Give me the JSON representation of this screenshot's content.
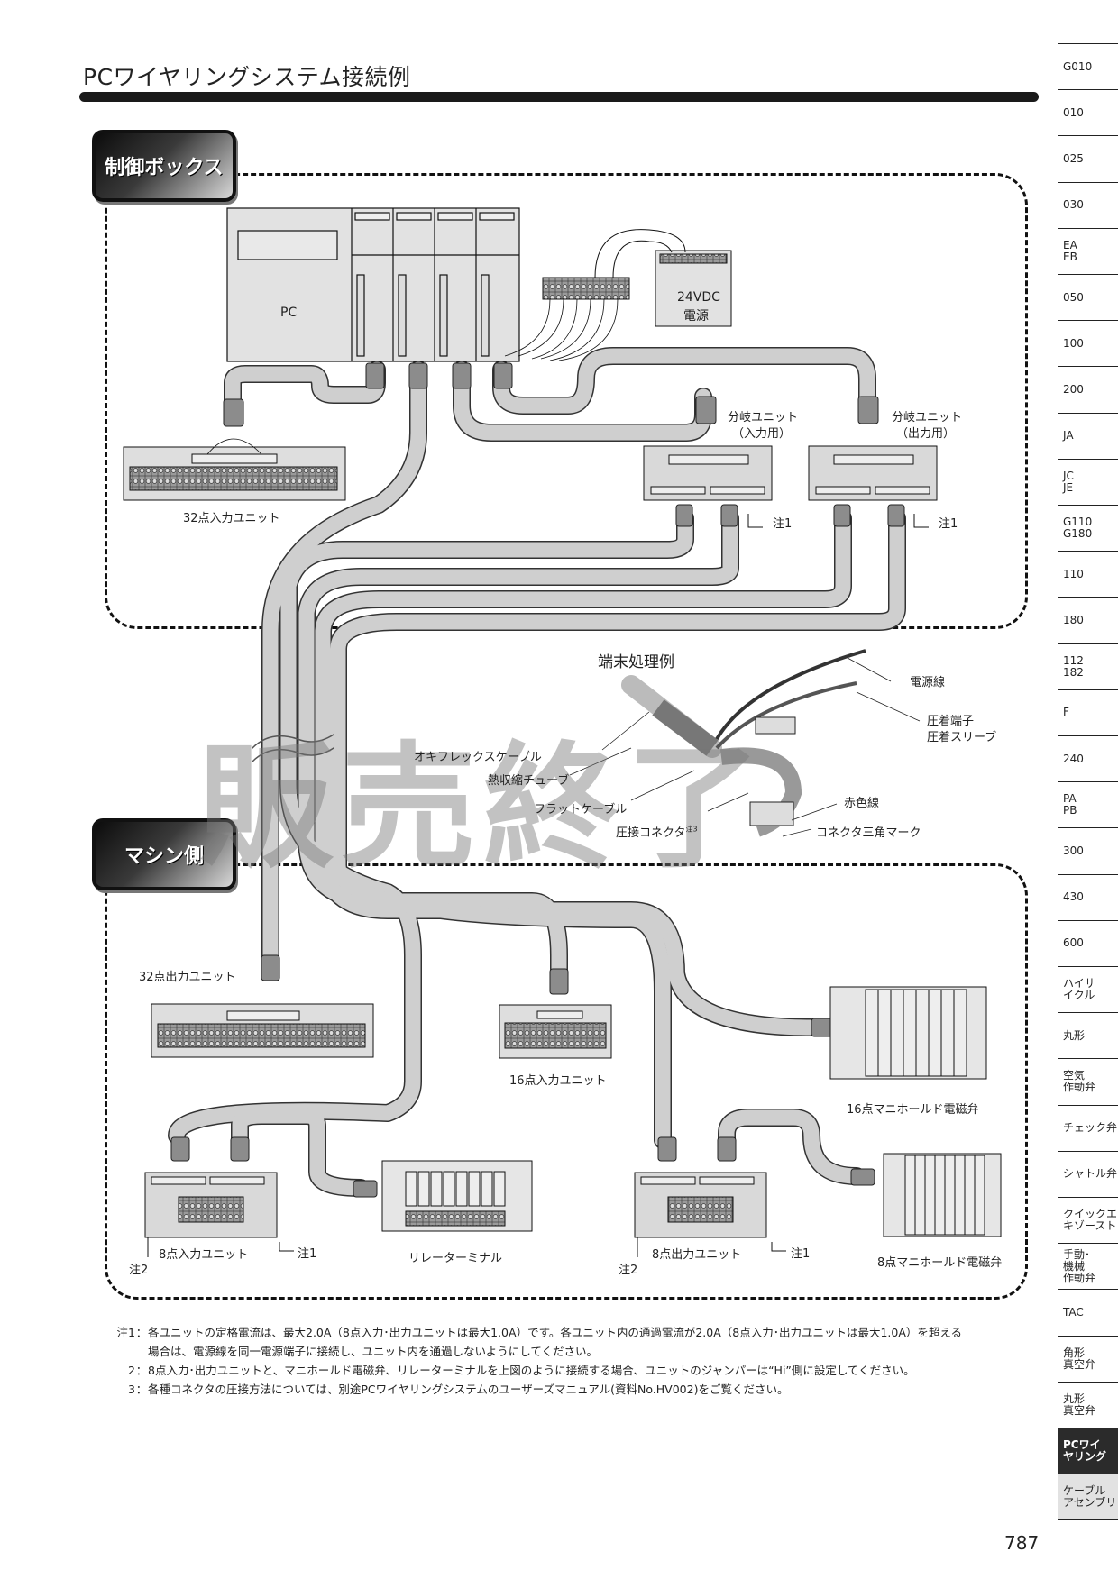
{
  "page": {
    "title": "PCワイヤリングシステム接続例",
    "page_number": "787",
    "watermark": "販売終了"
  },
  "sections": {
    "control_box": "制御ボックス",
    "machine_side": "マシン側"
  },
  "control_box": {
    "pc_label": "PC",
    "power_supply_line1": "24VDC",
    "power_supply_line2": "電源",
    "input_unit_32": "32点入力ユニット",
    "branch_in_line1": "分岐ユニット",
    "branch_in_line2": "（入力用）",
    "branch_out_line1": "分岐ユニット",
    "branch_out_line2": "（出力用）",
    "note1_a": "注1",
    "note1_b": "注1"
  },
  "terminal_example": {
    "heading": "端末処理例",
    "labels": {
      "power_wire": "電源線",
      "crimp_terminal": "圧着端子",
      "crimp_sleeve": "圧着スリーブ",
      "okiflex_cable": "オキフレックスケーブル",
      "heat_shrink": "熱収縮チューブ",
      "flat_cable": "フラットケーブル",
      "crimp_connector": "圧接コネクタ",
      "crimp_connector_note": "注3",
      "red_wire": "赤色線",
      "connector_triangle": "コネクタ三角マーク"
    }
  },
  "machine_side": {
    "output_unit_32": "32点出力ユニット",
    "input_unit_16": "16点入力ユニット",
    "manifold_16": "16点マニホールド電磁弁",
    "input_unit_8": "8点入力ユニット",
    "relay_terminal": "リレーターミナル",
    "output_unit_8": "8点出力ユニット",
    "manifold_8": "8点マニホールド電磁弁",
    "note1_a": "注1",
    "note1_b": "注1",
    "note2_a": "注2",
    "note2_b": "注2"
  },
  "notes": [
    {
      "key": "注1",
      "lines": [
        "各ユニットの定格電流は、最大2.0A（8点入力･出力ユニットは最大1.0A）です。各ユニット内の通過電流が2.0A（8点入力･出力ユニットは最大1.0A）を超える",
        "場合は、電源線を同一電源端子に接続し、ユニット内を通過しないようにしてください。"
      ]
    },
    {
      "key": "2",
      "lines": [
        "8点入力･出力ユニットと、マニホールド電磁弁、リレーターミナルを上図のように接続する場合、ユニットのジャンパーは“Hi”側に設定してください。"
      ]
    },
    {
      "key": "3",
      "lines": [
        "各種コネクタの圧接方法については、別途PCワイヤリングシステムのユーザーズマニュアル(資料No.HV002)をご覧ください。"
      ]
    }
  ],
  "side_tabs": [
    {
      "label": "G010"
    },
    {
      "label": "010"
    },
    {
      "label": "025"
    },
    {
      "label": "030"
    },
    {
      "label": "EA\nEB"
    },
    {
      "label": "050"
    },
    {
      "label": "100"
    },
    {
      "label": "200"
    },
    {
      "label": "JA"
    },
    {
      "label": "JC\nJE"
    },
    {
      "label": "G110\nG180"
    },
    {
      "label": "110"
    },
    {
      "label": "180"
    },
    {
      "label": "112\n182"
    },
    {
      "label": "F"
    },
    {
      "label": "240"
    },
    {
      "label": "PA\nPB"
    },
    {
      "label": "300"
    },
    {
      "label": "430"
    },
    {
      "label": "600"
    },
    {
      "label": "ハイサ\nイクル"
    },
    {
      "label": "丸形"
    },
    {
      "label": "空気\n作動弁"
    },
    {
      "label": "チェック弁"
    },
    {
      "label": "シャトル弁"
    },
    {
      "label": "クイックエ\nキゾースト"
    },
    {
      "label": "手動･\n機械\n作動弁"
    },
    {
      "label": "TAC"
    },
    {
      "label": "角形\n真空弁"
    },
    {
      "label": "丸形\n真空弁"
    },
    {
      "label": "PCワイ\nヤリング",
      "active": true
    },
    {
      "label": "ケーブル\nアセンブリ",
      "light": true
    }
  ]
}
